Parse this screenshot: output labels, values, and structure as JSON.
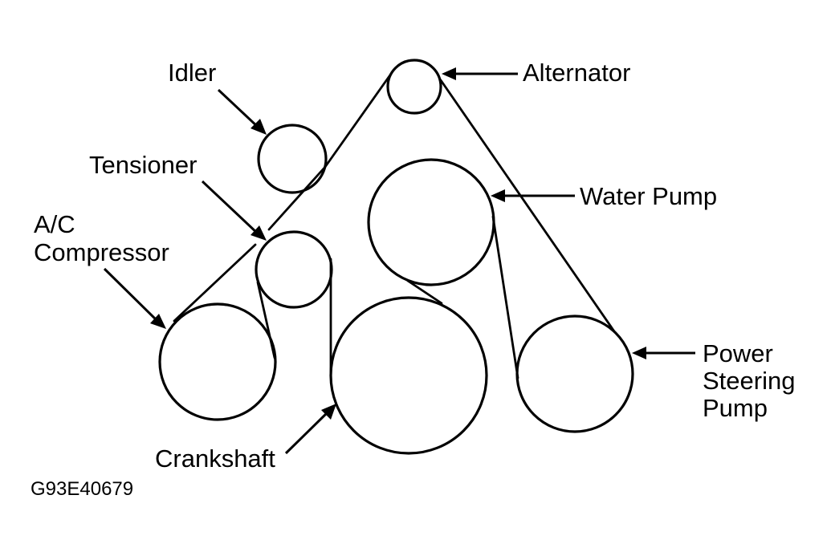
{
  "labels": {
    "idler": "Idler",
    "alternator": "Alternator",
    "tensioner": "Tensioner",
    "water_pump": "Water Pump",
    "ac_compressor_line1": "A/C",
    "ac_compressor_line2": "Compressor",
    "power_steering_line1": "Power",
    "power_steering_line2": "Steering",
    "power_steering_line3": "Pump",
    "crankshaft": "Crankshaft"
  },
  "figure_code": "G93E40679"
}
